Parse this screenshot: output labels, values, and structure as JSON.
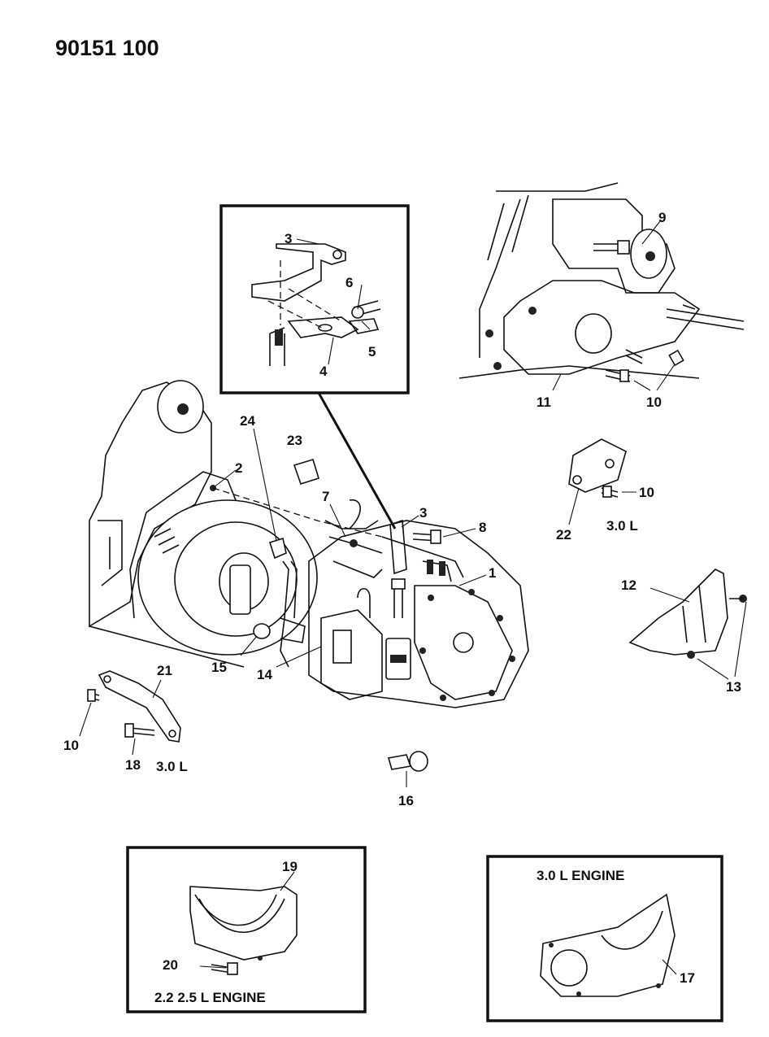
{
  "document": {
    "number": "90151 100"
  },
  "callouts": {
    "c1": "1",
    "c2": "2",
    "c3_inset": "3",
    "c3_main": "3",
    "c4": "4",
    "c5": "5",
    "c6": "6",
    "c7": "7",
    "c8": "8",
    "c9": "9",
    "c10_top": "10",
    "c10_mid": "10",
    "c10_left": "10",
    "c11": "11",
    "c12": "12",
    "c13": "13",
    "c14": "14",
    "c15": "15",
    "c16": "16",
    "c17": "17",
    "c18": "18",
    "c19": "19",
    "c20": "20",
    "c21": "21",
    "c22": "22",
    "c23": "23",
    "c24": "24"
  },
  "captions": {
    "bracket_22_engine": "3.0 L",
    "bracket_21_engine": "3.0 L",
    "inset_left": "2.2  2.5 L ENGINE",
    "inset_right": "3.0 L ENGINE"
  }
}
